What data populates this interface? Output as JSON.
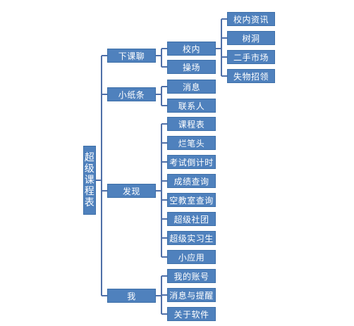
{
  "root": {
    "label": "超级课程表"
  },
  "branches": [
    {
      "label": "下课聊",
      "children": [
        {
          "label": "校内",
          "children": [
            "校内资讯",
            "树洞",
            "二手市场",
            "失物招领"
          ]
        },
        {
          "label": "操场"
        }
      ]
    },
    {
      "label": "小纸条",
      "children": [
        {
          "label": "消息"
        },
        {
          "label": "联系人"
        }
      ]
    },
    {
      "label": "发现",
      "children": [
        {
          "label": "课程表"
        },
        {
          "label": "烂笔头"
        },
        {
          "label": "考试倒计时"
        },
        {
          "label": "成绩查询"
        },
        {
          "label": "空教室查询"
        },
        {
          "label": "超级社团"
        },
        {
          "label": "超级实习生"
        },
        {
          "label": "小应用"
        }
      ]
    },
    {
      "label": "我",
      "children": [
        {
          "label": "我的账号"
        },
        {
          "label": "消息与提醒"
        },
        {
          "label": "关于软件"
        }
      ]
    }
  ],
  "colors": {
    "node_fill": "#4f81bd",
    "node_text": "#ffffff",
    "connector": "#4f6fa8"
  }
}
